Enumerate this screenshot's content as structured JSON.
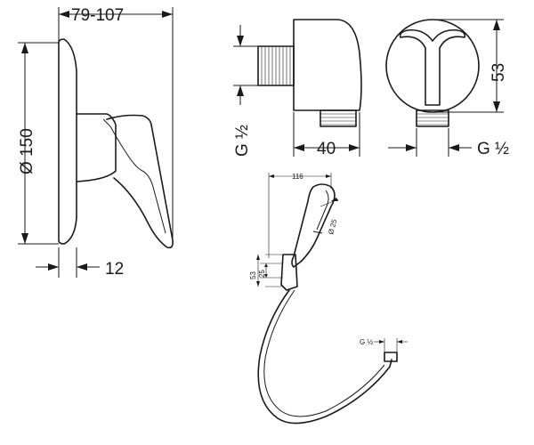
{
  "diagram": {
    "mixer": {
      "width_label": "79-107",
      "diameter_label": "Ø 150",
      "depth_label": "12"
    },
    "outlet_side": {
      "thread_label": "G ½",
      "depth_label": "40"
    },
    "outlet_front": {
      "height_label": "53",
      "thread_label": "G ½"
    },
    "handshower": {
      "length_label": "116",
      "head_diameter_label": "Ø 25",
      "holder_outer_label": "53",
      "holder_inner_label": "25",
      "hose_thread_label": "G ½"
    }
  }
}
